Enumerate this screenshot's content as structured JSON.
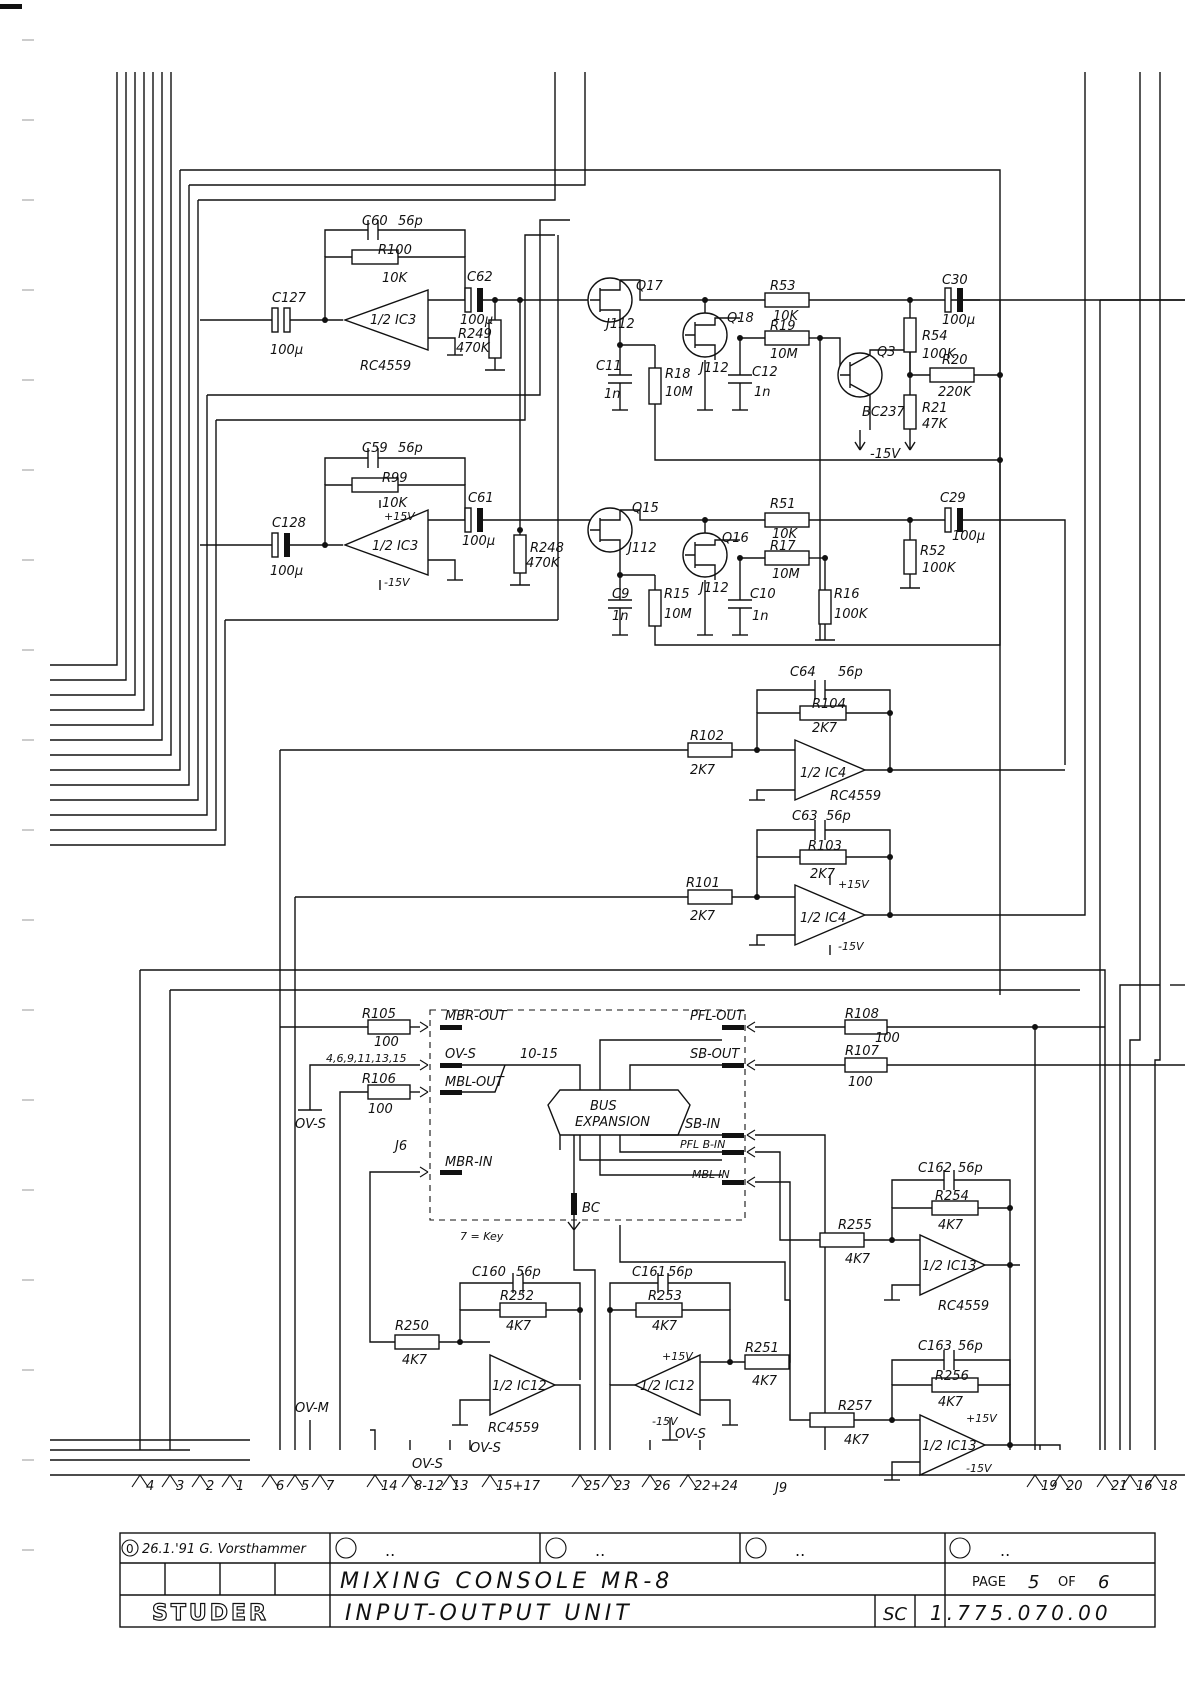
{
  "title_block": {
    "revision": "0",
    "revision_entry": "26.1.'91 G. Vorsthammer",
    "blank_revisions": [
      "..",
      "..",
      "..",
      ".."
    ],
    "title_line1": "MIXING CONSOLE MR-8",
    "title_line2": "INPUT-OUTPUT UNIT",
    "brand": "STUDER",
    "page_label": "PAGE",
    "page_number": "5",
    "of_label": "OF",
    "page_total": "6",
    "doc_prefix": "SC",
    "doc_number": "1.775.070.00"
  },
  "components": {
    "c127": "C127",
    "c127_val": "100µ",
    "c128": "C128",
    "c128_val": "100µ",
    "c60": "C60",
    "c60_val": "56p",
    "r100": "R100",
    "r100_val": "10K",
    "ic3a": "1/2 IC3",
    "ic3a_type": "RC4559",
    "ic3b": "1/2 IC3",
    "ic3b_supply_p": "+15V",
    "ic3b_supply_n": "-15V",
    "c62": "C62",
    "c62_val": "100µ",
    "r249": "R249",
    "r249_val": "470K",
    "c59": "C59",
    "c59_val": "56p",
    "r99": "R99",
    "r99_val": "10K",
    "c61": "C61",
    "c61_val": "100µ",
    "r248": "R248",
    "r248_val": "470K",
    "q17": "Q17",
    "q17_type": "J112",
    "q18": "Q18",
    "q18_type": "J112",
    "q15": "Q15",
    "q15_type": "J112",
    "q16": "Q16",
    "q16_type": "J112",
    "q3": "Q3",
    "q3_type": "BC237",
    "c11": "C11",
    "c11_val": "1n",
    "r18": "R18",
    "r18_val": "10M",
    "c12": "C12",
    "c12_val": "1n",
    "r53": "R53",
    "r53_val": "10K",
    "r19": "R19",
    "r19_val": "10M",
    "c30": "C30",
    "c30_val": "100µ",
    "r54": "R54",
    "r54_val": "100K",
    "r20": "R20",
    "r20_val": "220K",
    "r21": "R21",
    "r21_val": "47K",
    "neg15": "-15V",
    "c9": "C9",
    "c9_val": "1n",
    "r15": "R15",
    "r15_val": "10M",
    "c10": "C10",
    "c10_val": "1n",
    "r51": "R51",
    "r51_val": "10K",
    "r17": "R17",
    "r17_val": "10M",
    "r16": "R16",
    "r16_val": "100K",
    "c29": "C29",
    "c29_val": "100µ",
    "r52": "R52",
    "r52_val": "100K",
    "c64": "C64",
    "c64_val": "56p",
    "r104": "R104",
    "r104_val": "2K7",
    "r102": "R102",
    "r102_val": "2K7",
    "ic4a": "1/2 IC4",
    "ic4a_type": "RC4559",
    "c63": "C63",
    "c63_val": "56p",
    "r103": "R103",
    "r103_val": "2K7",
    "r101": "R101",
    "r101_val": "2K7",
    "ic4b": "1/2 IC4",
    "ic4b_supply_p": "+15V",
    "ic4b_supply_n": "-15V",
    "r105": "R105",
    "r105_val": "100",
    "r106": "R106",
    "r106_val": "100",
    "r108": "R108",
    "r108_val": "100",
    "r107": "R107",
    "r107_val": "100",
    "c162": "C162",
    "c162_val": "56p",
    "r254": "R254",
    "r254_val": "4K7",
    "r255": "R255",
    "r255_val": "4K7",
    "ic13a": "1/2 IC13",
    "ic13a_type": "RC4559",
    "c163": "C163",
    "c163_val": "56p",
    "r256": "R256",
    "r256_val": "4K7",
    "r257": "R257",
    "r257_val": "4K7",
    "ic13b": "1/2 IC13",
    "ic13b_supply_p": "+15V",
    "ic13b_supply_n": "-15V",
    "c160": "C160",
    "c160_val": "56p",
    "r252": "R252",
    "r252_val": "4K7",
    "r250": "R250",
    "r250_val": "4K7",
    "ic12a": "1/2 IC12",
    "ic12a_type": "RC4559",
    "c161": "C161",
    "c161_val": "56p",
    "r253": "R253",
    "r253_val": "4K7",
    "r251": "R251",
    "r251_val": "4K7",
    "ic12b": "1/2 IC12",
    "ic12b_supply_p": "+15V",
    "ic12b_supply_n": "-15V"
  },
  "bus_expansion": {
    "label_line1": "BUS",
    "label_line2": "EXPANSION",
    "connector_j6": "J6",
    "connector_j9": "J9",
    "bc": "BC",
    "key_note": "7 = Key",
    "range_10_15": "10-15",
    "pins_list": "4,6,9,11,13,15",
    "signals": {
      "mbr_out": "MBR-OUT",
      "ov_s": "OV-S",
      "mbl_out": "MBL-OUT",
      "mbr_in": "MBR-IN",
      "pfl_out": "PFL-OUT",
      "sb_out": "SB-OUT",
      "sb_in": "SB-IN",
      "pfl_b_in": "PFL B-IN",
      "mbl_in": "MBL-IN"
    },
    "ovs_ground": "OV-S",
    "ovm": "OV-M"
  },
  "j9_pins": [
    "4",
    "3",
    "2",
    "1",
    "6",
    "5",
    "7",
    "14",
    "8-12",
    "13",
    "15+17",
    "25",
    "23",
    "26",
    "22+24",
    "19",
    "20",
    "21",
    "16",
    "18"
  ],
  "j9_ground_labels": [
    "OV-S",
    "OV-S",
    "OV-S"
  ]
}
